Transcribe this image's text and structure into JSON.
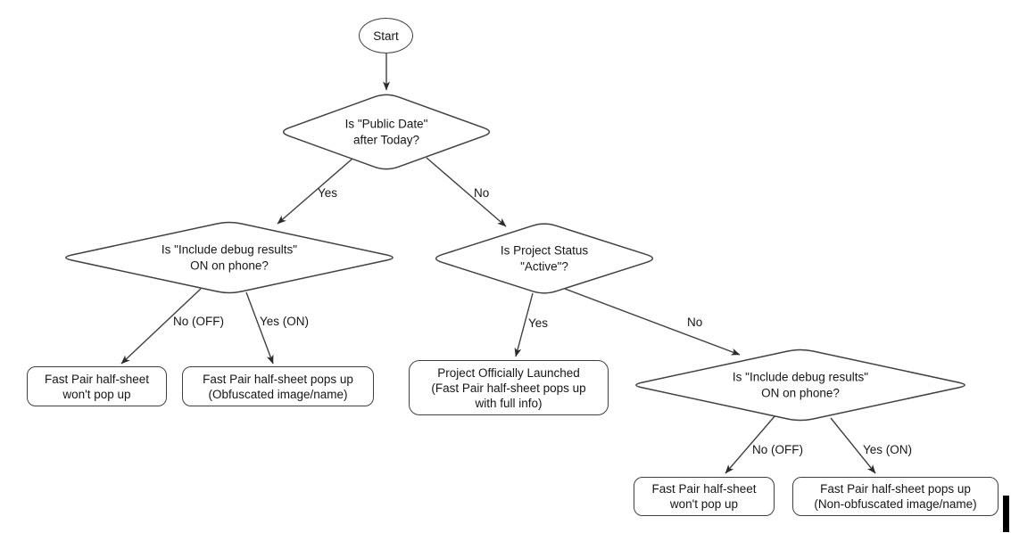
{
  "diagram": {
    "nodes": {
      "start": {
        "label": "Start"
      },
      "d_public_date": {
        "line1": "Is \"Public Date\"",
        "line2": "after Today?"
      },
      "d_debug_left": {
        "line1": "Is \"Include debug results\"",
        "line2": "ON on phone?"
      },
      "d_status": {
        "line1": "Is Project Status",
        "line2": "\"Active\"?"
      },
      "d_debug_right": {
        "line1": "Is \"Include debug results\"",
        "line2": "ON on phone?"
      },
      "box_no_popup_left": {
        "line1": "Fast Pair half-sheet",
        "line2": "won't pop up"
      },
      "box_obfuscated": {
        "line1": "Fast Pair half-sheet pops up",
        "line2": "(Obfuscated image/name)"
      },
      "box_launched": {
        "line1": "Project Officially Launched",
        "line2": "(Fast Pair half-sheet pops up",
        "line3": "with full info)"
      },
      "box_no_popup_right": {
        "line1": "Fast Pair half-sheet",
        "line2": "won't pop up"
      },
      "box_non_obfuscated": {
        "line1": "Fast Pair half-sheet pops up",
        "line2": "(Non-obfuscated image/name)"
      }
    },
    "edge_labels": {
      "yes_public": "Yes",
      "no_public": "No",
      "no_off_left": "No (OFF)",
      "yes_on_left": "Yes (ON)",
      "yes_status": "Yes",
      "no_status": "No",
      "no_off_right": "No (OFF)",
      "yes_on_right": "Yes (ON)"
    },
    "colors": {
      "shape_stroke": "#404040",
      "shape_fill": "#ffffff",
      "text": "#161616",
      "cursor_bar": "#000000"
    }
  }
}
